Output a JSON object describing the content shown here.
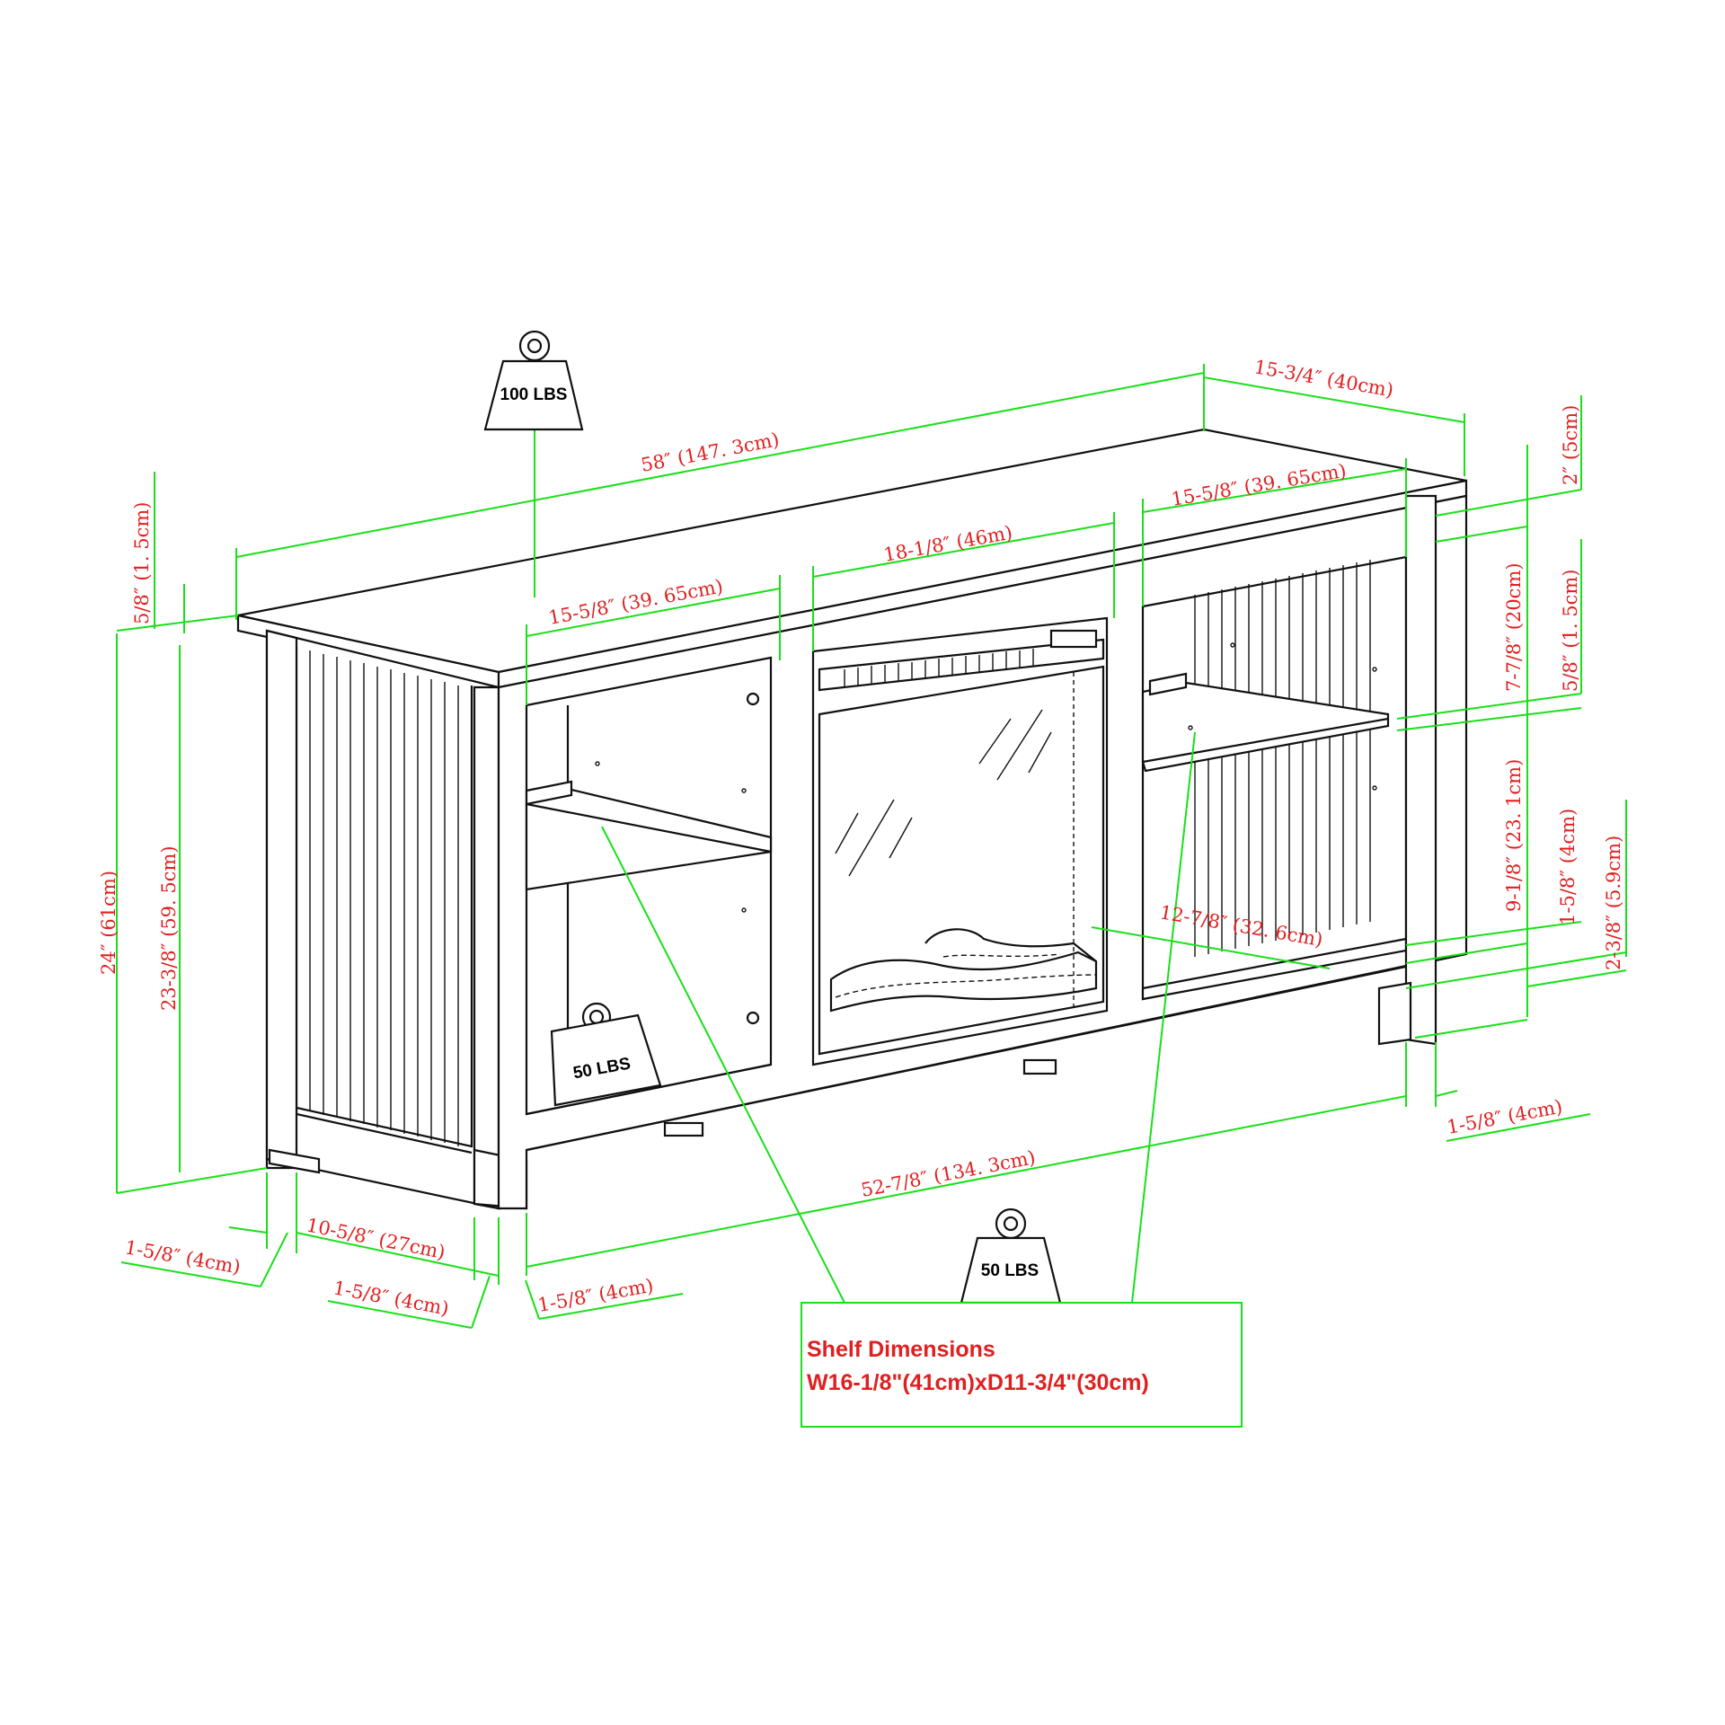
{
  "dimensions": {
    "overall_width": "58″ (147. 3cm)",
    "depth": "15-3/4″ (40cm)",
    "top_thickness": "5/8″ (1. 5cm)",
    "overall_height": "24″ (61cm)",
    "inner_height": "23-3/8″ (59. 5cm)",
    "left_opening_width": "15-5/8″ (39. 65cm)",
    "fireplace_width": "18-1/8″ (46m)",
    "right_opening_width": "15-5/8″ (39. 65cm)",
    "right_top_gap": "2″ (5cm)",
    "right_upper_opening": "7-7/8″ (20cm)",
    "right_shelf_thickness": "5/8″ (1. 5cm)",
    "right_lower_opening": "9-1/8″ (23. 1cm)",
    "bottom_shelf_thickness": "1-5/8″ (4cm)",
    "leg_height": "2-3/8″ (5.9cm)",
    "bottom_shelf_depth": "12-7/8″ (32. 6cm)",
    "right_leg_width": "1-5/8″ (4cm)",
    "base_width": "52-7/8″ (134. 3cm)",
    "left_leg_width": "1-5/8″ (4cm)",
    "side_panel_width": "10-5/8″ (27cm)",
    "front_leg_width_a": "1-5/8″ (4cm)",
    "front_leg_width_b": "1-5/8″ (4cm)"
  },
  "weights": {
    "top": "100 LBS",
    "bottom_shelf": "50 LBS",
    "shelf": "50 LBS"
  },
  "shelf_box": {
    "title": "Shelf Dimensions",
    "value": "W16-1/8\"(41cm)xD11-3/4\"(30cm)"
  },
  "colors": {
    "dimension_line": "#19e019",
    "dimension_text": "#e02020",
    "drawing_ink": "#111111"
  }
}
